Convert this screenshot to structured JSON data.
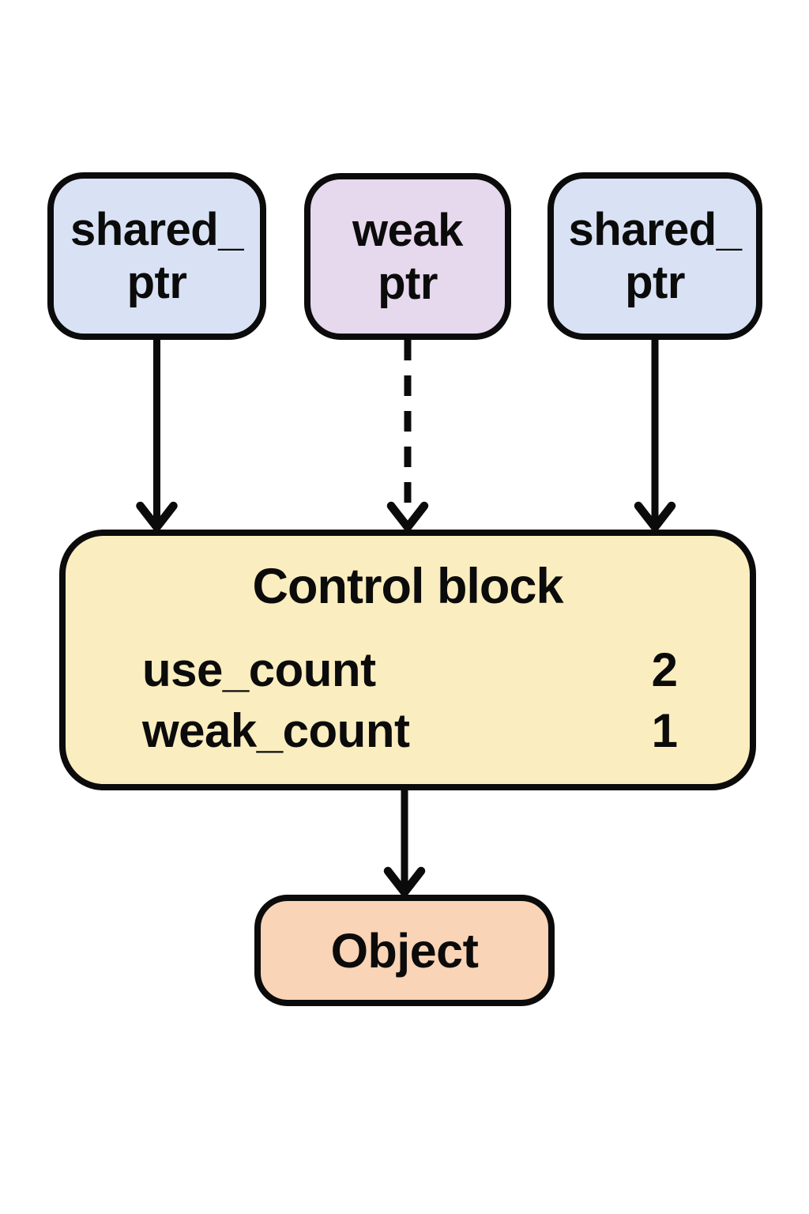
{
  "diagram": {
    "subject": "shared_ptr / weak_ptr control block",
    "nodes": {
      "shared_ptr_left": {
        "line1": "shared_",
        "line2": "ptr",
        "fill": "#D9E2F4"
      },
      "weak_ptr": {
        "line1": "weak",
        "line2": "ptr",
        "fill": "#E6D8ED"
      },
      "shared_ptr_right": {
        "line1": "shared_",
        "line2": "ptr",
        "fill": "#D9E2F4"
      },
      "control_block": {
        "title": "Control block",
        "fill": "#FAEDBF",
        "rows": [
          {
            "label": "use_count",
            "value": "2"
          },
          {
            "label": "weak_count",
            "value": "1"
          }
        ]
      },
      "object": {
        "label": "Object",
        "fill": "#FAD4B6"
      }
    },
    "edges": [
      {
        "from": "shared_ptr_left",
        "to": "control_block",
        "style": "solid"
      },
      {
        "from": "weak_ptr",
        "to": "control_block",
        "style": "dashed"
      },
      {
        "from": "shared_ptr_right",
        "to": "control_block",
        "style": "solid"
      },
      {
        "from": "control_block",
        "to": "object",
        "style": "solid"
      }
    ],
    "colors": {
      "ink": "#0b0b0b",
      "background": "#ffffff"
    }
  }
}
